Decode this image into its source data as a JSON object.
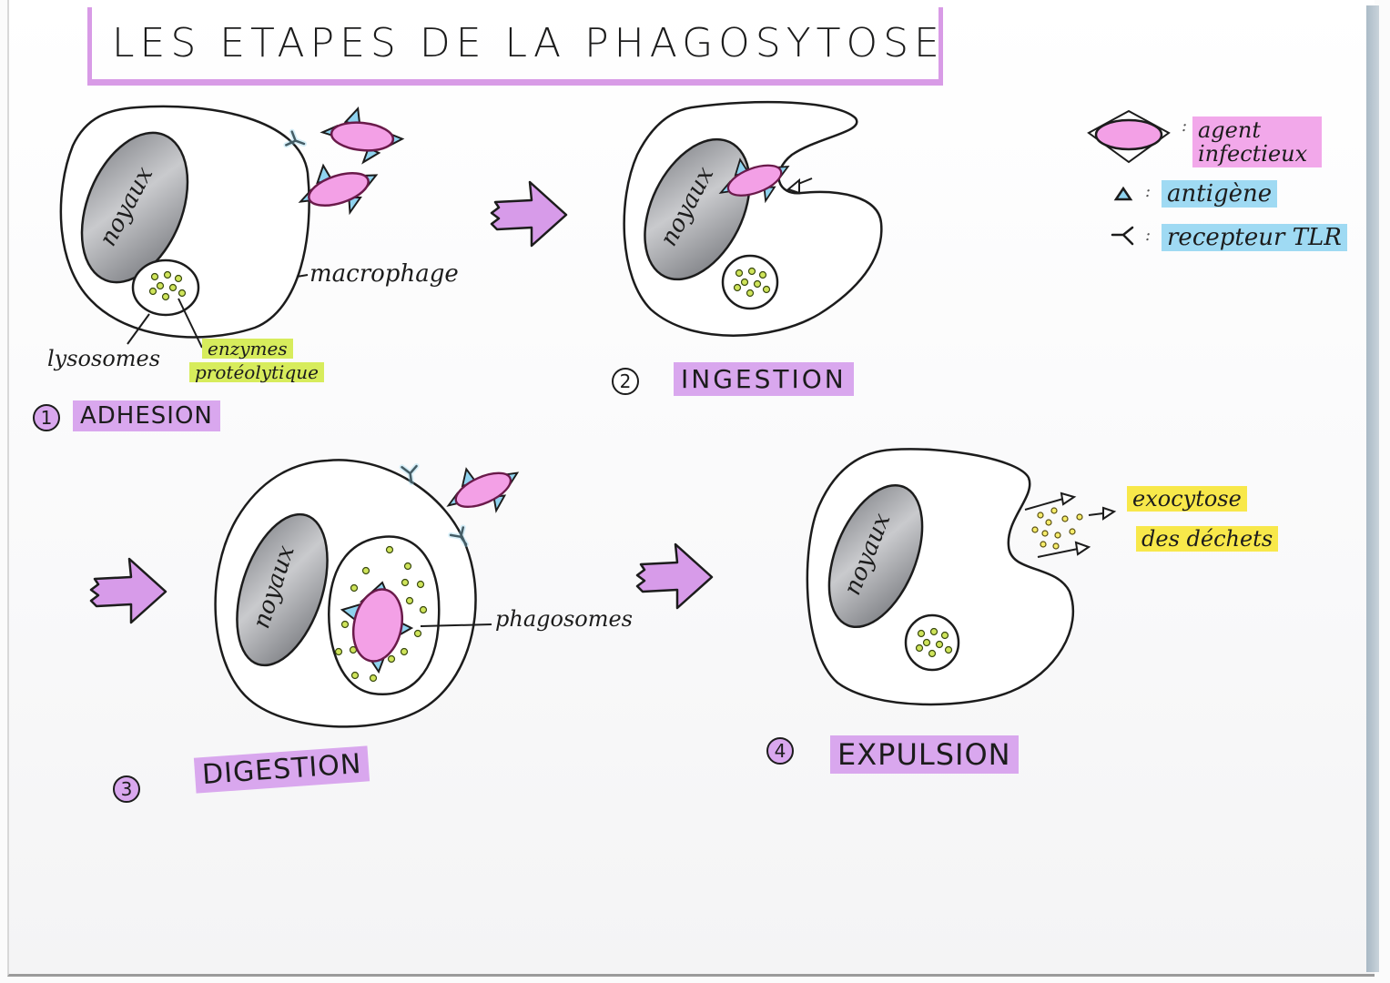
{
  "title": "LES ETAPES DE LA PHAGOSYTOSE",
  "colors": {
    "highlight_title": "#d89be6",
    "agent_pink": "#f3a0e6",
    "antigen_blue": "#8fd3ef",
    "enzyme_green": "#b8d43a",
    "nucleus_gray": "#9a9ca1",
    "stage_violet": "#d9a7ee",
    "exocytose_yellow": "#f8e84a"
  },
  "legend": {
    "items": [
      {
        "icon": "infectious-agent-icon",
        "separator": ":",
        "label": "agent infectieux",
        "label_line1": "agent",
        "label_line2": "infectieux"
      },
      {
        "icon": "antigen-triangle-icon",
        "separator": ":",
        "label": "antigène"
      },
      {
        "icon": "tlr-receptor-icon",
        "separator": ":",
        "label": "recepteur TLR"
      }
    ]
  },
  "stages": [
    {
      "number": "1",
      "name": "ADHESION",
      "nucleus_label": "noyaux",
      "annotations": {
        "cell": "macrophage",
        "lysosome": "lysosomes",
        "enzymes_line1": "enzymes",
        "enzymes_line2": "protéolytique"
      }
    },
    {
      "number": "2",
      "name": "INGESTION",
      "nucleus_label": "noyaux"
    },
    {
      "number": "3",
      "name": "DIGESTION",
      "nucleus_label": "noyaux",
      "annotations": {
        "phagosome": "phagosomes"
      }
    },
    {
      "number": "4",
      "name": "EXPULSION",
      "nucleus_label": "noyaux",
      "annotations": {
        "exocytose_line1": "exocytose",
        "exocytose_line2": "des déchets"
      }
    }
  ]
}
